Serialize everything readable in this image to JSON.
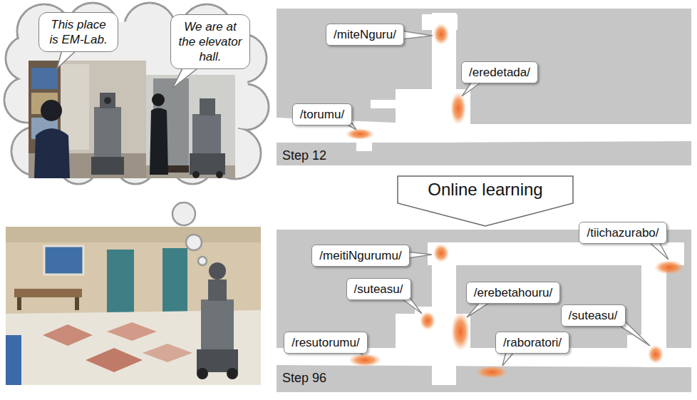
{
  "diagram": {
    "nodes": [
      {
        "text": [
          "This place is EM-Lab."
        ]
      },
      {
        "text": [
          "We are at the elevator hall."
        ]
      },
      {
        "text": [
          "/miteNguru/"
        ]
      },
      {
        "text": [
          "/eredetada/"
        ]
      },
      {
        "text": [
          "/torumu/"
        ]
      },
      {
        "text": [
          "Online learning"
        ]
      },
      {
        "text": [
          "/meitiNgurumu/"
        ]
      },
      {
        "text": [
          "/tiichazurabo/"
        ]
      },
      {
        "text": [
          "/suteasu/"
        ]
      },
      {
        "text": [
          "/erebetahouru/"
        ]
      },
      {
        "text": [
          "/resutorumu/"
        ]
      },
      {
        "text": [
          "/raboratori/"
        ]
      },
      {
        "text": [
          "/suteasu/"
        ]
      }
    ],
    "labels": [
      "Step 12",
      "Step 96"
    ]
  }
}
